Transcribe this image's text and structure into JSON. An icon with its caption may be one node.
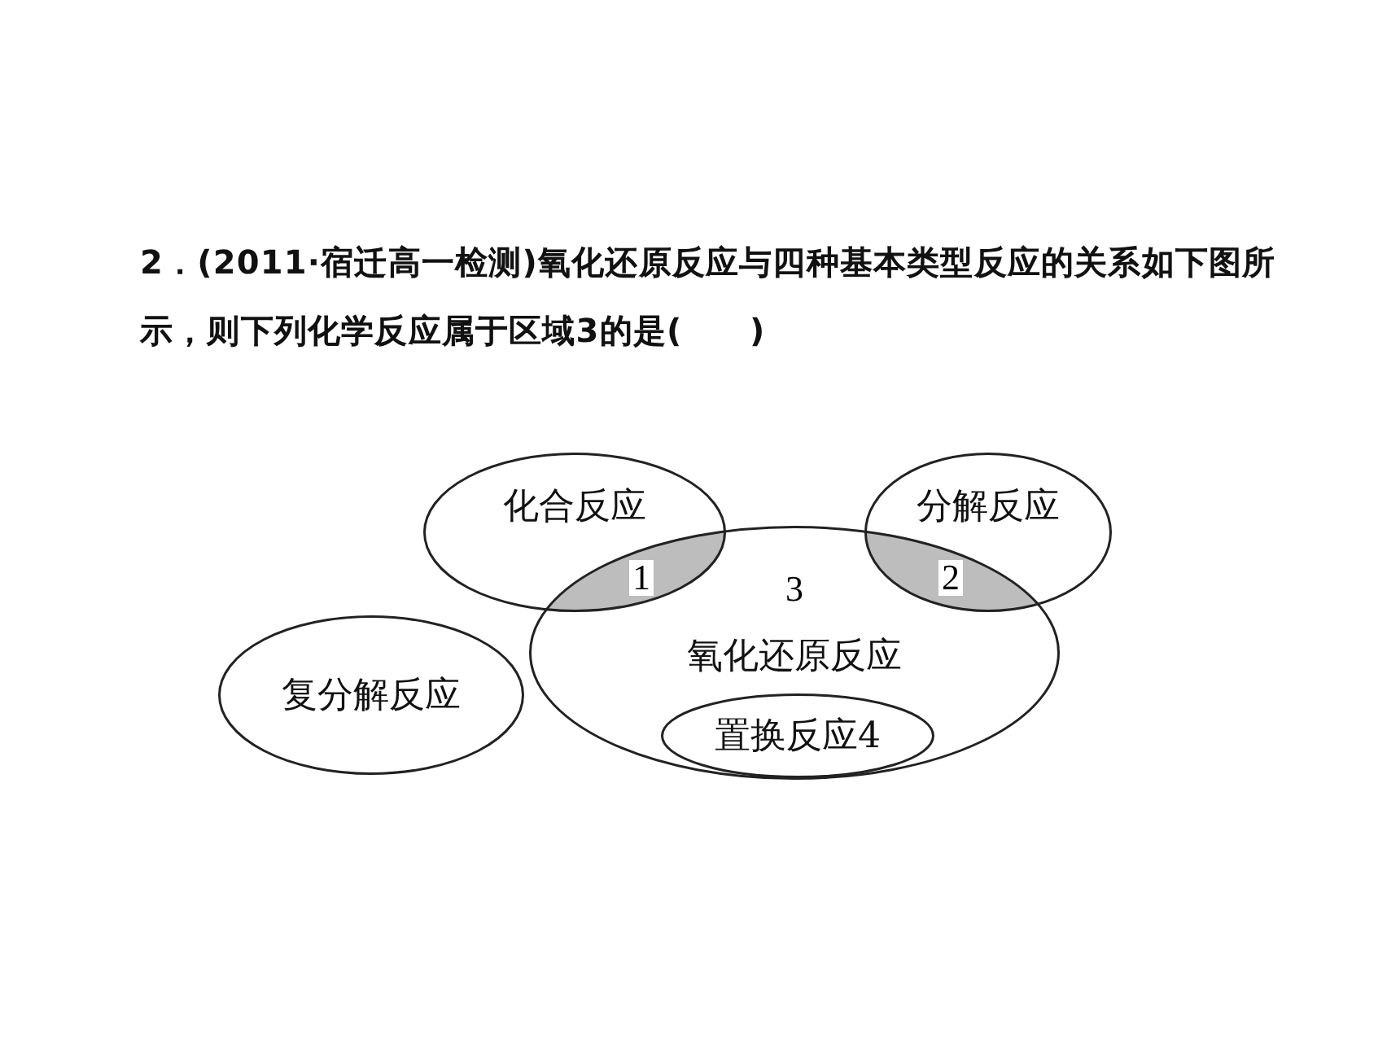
{
  "diagram": {
    "title": "2．(2011·宿迁高一检测)氧化还原反应与四种基本类型反应的关系如下图所示，则下列化学反应属于区域3的是(　　)",
    "nodes": [
      {
        "text": [
          "化合反应"
        ]
      },
      {
        "text": [
          "分解反应"
        ]
      },
      {
        "text": [
          "氧化还原反应"
        ]
      },
      {
        "text": [
          "复分解反应"
        ]
      },
      {
        "text": [
          "置换反应4"
        ],
        "in": 2
      }
    ],
    "labels": [
      "1",
      "3",
      "2"
    ]
  }
}
